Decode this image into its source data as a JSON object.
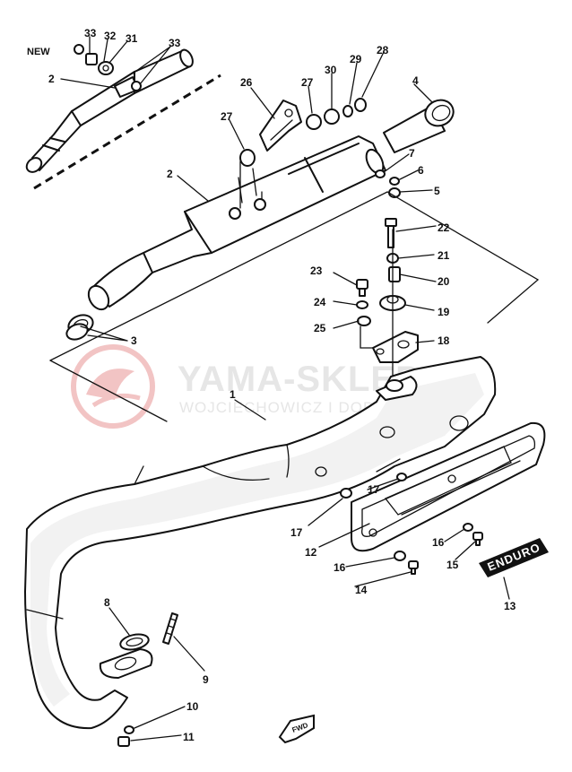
{
  "tag_new": "NEW",
  "watermark": {
    "title": "YAMA-SKLEP.PL",
    "subtitle": "WOJCIECHOWICZ I DOBRY YAMAHA"
  },
  "badge": {
    "text": "ENDURO"
  },
  "direction": {
    "text": "FWD"
  },
  "colors": {
    "ink": "#111111",
    "watermark": "#e6e6e6",
    "logo": "#f2c4c4"
  },
  "labels": {
    "33a": "33",
    "32": "32",
    "31": "31",
    "33b": "33",
    "new": "NEW",
    "2a": "2",
    "26": "26",
    "27a": "27",
    "30": "30",
    "29": "29",
    "28": "28",
    "4": "4",
    "27b": "27",
    "2b": "2",
    "7": "7",
    "6": "6",
    "5": "5",
    "22": "22",
    "21": "21",
    "23": "23",
    "20": "20",
    "24": "24",
    "19": "19",
    "25": "25",
    "18": "18",
    "3": "3",
    "1": "1",
    "17a": "17",
    "17b": "17",
    "12": "12",
    "16a": "16",
    "16b": "16",
    "15": "15",
    "14": "14",
    "13": "13",
    "8": "8",
    "9": "9",
    "10": "10",
    "11": "11"
  }
}
